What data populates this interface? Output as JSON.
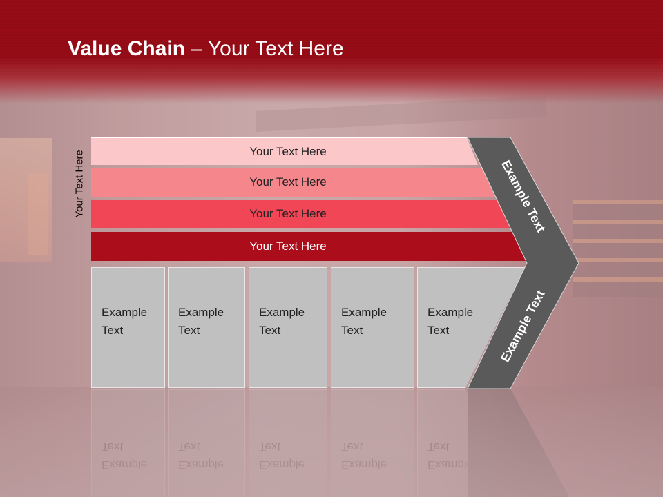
{
  "slide": {
    "title_bold": "Value Chain",
    "title_rest": " – Your Text Here",
    "vertical_label": "Your Text Here",
    "rows": [
      {
        "label": "Your Text Here"
      },
      {
        "label": "Your Text Here"
      },
      {
        "label": "Your Text Here"
      },
      {
        "label": "Your Text Here"
      }
    ],
    "boxes": [
      {
        "label": "Example\nText"
      },
      {
        "label": "Example\nText"
      },
      {
        "label": "Example\nText"
      },
      {
        "label": "Example\nText"
      },
      {
        "label": "Example\nText"
      }
    ],
    "chevron_top_label": "Example Text",
    "chevron_bottom_label": "Example Text"
  },
  "colors": {
    "header": "#960c16",
    "row_1": "#fcc7c9",
    "row_2": "#f5868c",
    "row_3": "#f04656",
    "row_4": "#ac0d1a",
    "box": "#c0c0c0",
    "chevron": "#5a5a5a"
  }
}
